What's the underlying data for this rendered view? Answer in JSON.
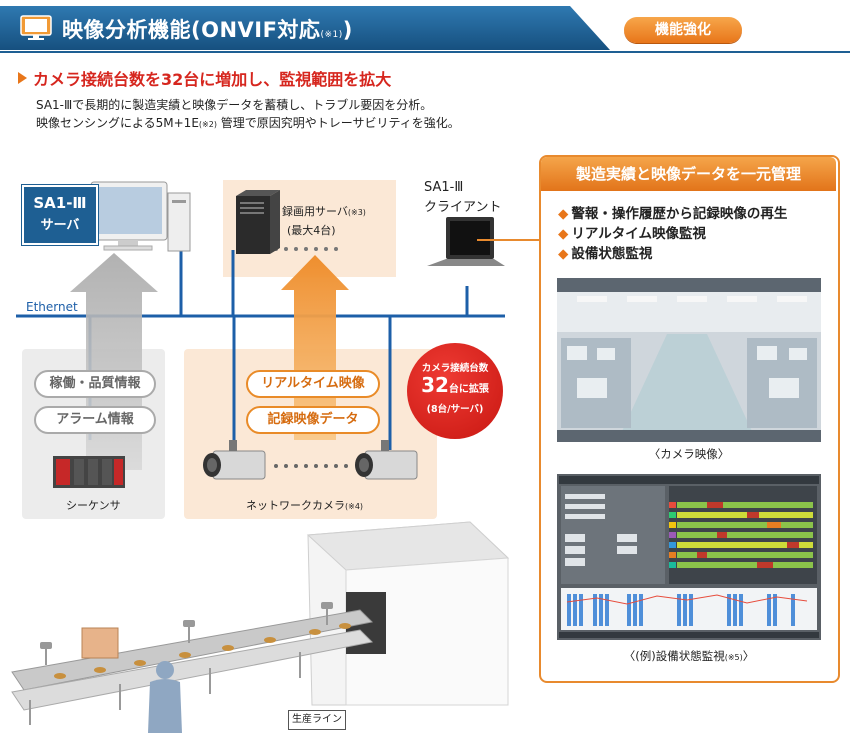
{
  "header": {
    "title": "映像分析機能(ONVIF対応",
    "title_note": "(※1)",
    "title_close": ")",
    "badge": "機能強化"
  },
  "subheading": "カメラ接続台数を32台に増加し、監視範囲を拡大",
  "description": {
    "line1": "SA1-Ⅲで長期的に製造実績と映像データを蓄積し、トラブル要因を分析。",
    "line2_pre": "映像センシングによる5M+1E",
    "line2_note": "(※2)",
    "line2_post": " 管理で原因究明やトレーサビリティを強化。"
  },
  "diagram": {
    "server_label_1": "SA1-Ⅲ",
    "server_label_2": "サーバ",
    "recording_server": "録画用サーバ",
    "recording_server_note": "(※3)",
    "recording_server_max": "(最大4台)",
    "client_line1": "SA1-Ⅲ",
    "client_line2": "クライアント",
    "ethernet": "Ethernet",
    "operation_quality": "稼働・品質情報",
    "alarm_info": "アラーム情報",
    "sequencer": "シーケンサ",
    "realtime_video": "リアルタイム映像",
    "recorded_video": "記録映像データ",
    "network_camera": "ネットワークカメラ",
    "network_camera_note": "(※4)",
    "expand_line1": "カメラ接続台数",
    "expand_number": "32",
    "expand_line2": "台に拡張",
    "expand_line3": "(8台/サーバ)",
    "production_line": "生産ライン"
  },
  "panel": {
    "title": "製造実績と映像データを一元管理",
    "items": [
      "警報・操作履歴から記録映像の再生",
      "リアルタイム映像監視",
      "設備状態監視"
    ],
    "camera_caption": "〈カメラ映像〉",
    "monitor_caption": "〈(例)設備状態監視",
    "monitor_caption_note": "(※5)",
    "monitor_caption_close": "〉"
  },
  "colors": {
    "header_blue": "#1e5f93",
    "accent_orange": "#e8761a",
    "accent_red": "#d6261e",
    "ethernet_blue": "#1d5fa8"
  }
}
